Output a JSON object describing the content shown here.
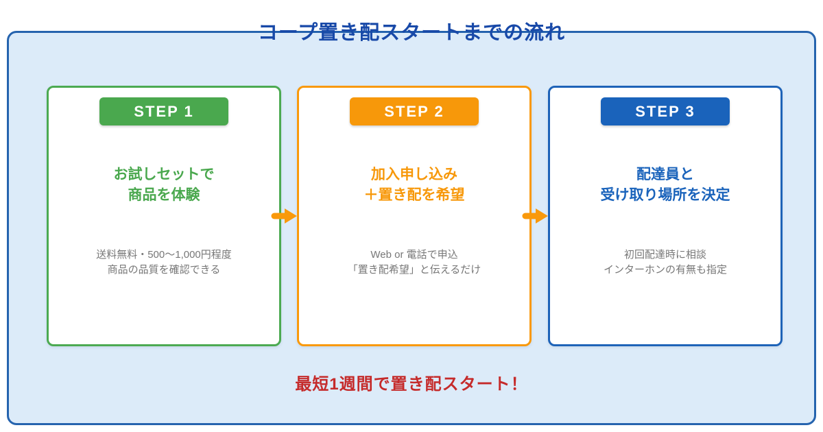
{
  "page": {
    "title": "コープ置き配スタートまでの流れ",
    "footer_note": "最短1週間で置き配スタート！"
  },
  "colors": {
    "title_text": "#1849a8",
    "panel_background": "#dcebf9",
    "panel_border": "#2563ae",
    "step1_accent": "#4aa84e",
    "step2_accent": "#f7980a",
    "step3_accent": "#1a63bb",
    "arrow": "#f9990b",
    "footer_red": "#c52b2b",
    "description_gray": "#777777"
  },
  "icons": {
    "arrow_right": "arrow-right-icon"
  },
  "steps": [
    {
      "badge": "STEP 1",
      "heading_line1": "お試しセットで",
      "heading_line2": "商品を体験",
      "desc_line1": "送料無料・500〜1,000円程度",
      "desc_line2": "商品の品質を確認できる"
    },
    {
      "badge": "STEP 2",
      "heading_line1": "加入申し込み",
      "heading_line2": "＋置き配を希望",
      "desc_line1": "Web or 電話で申込",
      "desc_line2": "「置き配希望」と伝えるだけ"
    },
    {
      "badge": "STEP 3",
      "heading_line1": "配達員と",
      "heading_line2": "受け取り場所を決定",
      "desc_line1": "初回配達時に相談",
      "desc_line2": "インターホンの有無も指定"
    }
  ]
}
